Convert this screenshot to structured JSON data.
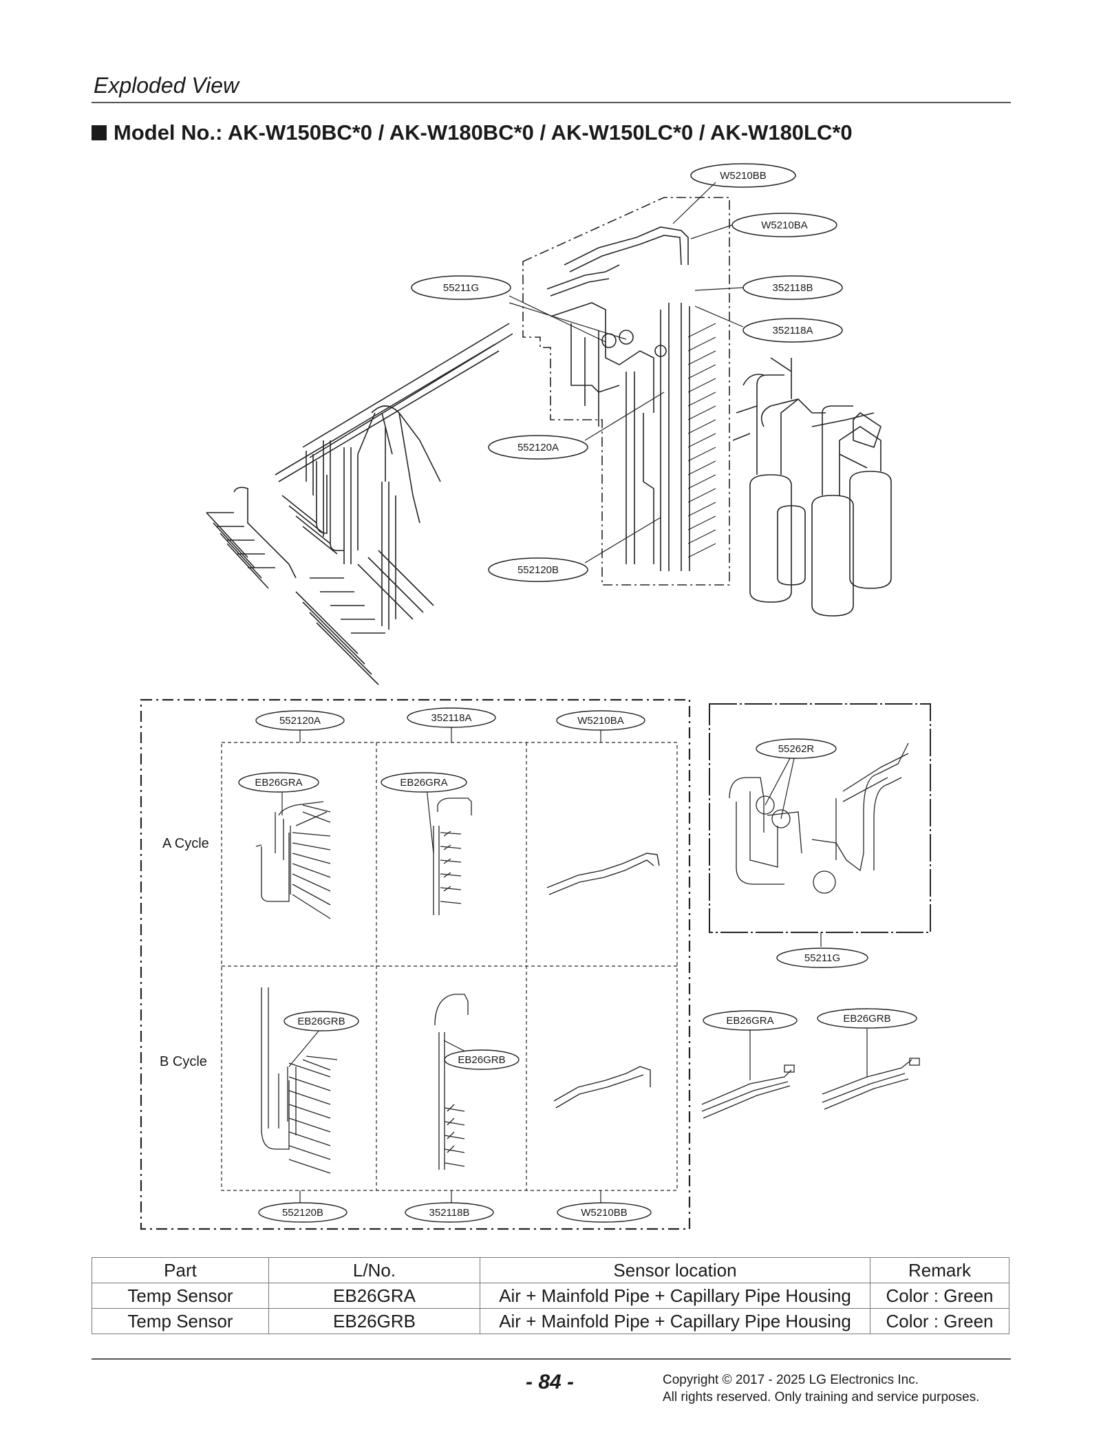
{
  "header": {
    "section": "Exploded View",
    "model": "Model No.: AK-W150BC*0 / AK-W180BC*0 / AK-W150LC*0 / AK-W180LC*0"
  },
  "callouts_top": [
    "W5210BB",
    "W5210BA",
    "55211G",
    "352118B",
    "352118A",
    "552120A",
    "552120B"
  ],
  "detail": {
    "top_labels": [
      "552120A",
      "352118A",
      "W5210BA"
    ],
    "bottom_labels": [
      "552120B",
      "352118B",
      "W5210BB"
    ],
    "sensor_a": [
      "EB26GRA",
      "EB26GRA"
    ],
    "sensor_b": [
      "EB26GRB",
      "EB26GRB"
    ],
    "row_a": "A Cycle",
    "row_b": "B Cycle",
    "box_top": "55262R",
    "box_bottom": "55211G",
    "sensors": [
      "EB26GRA",
      "EB26GRB"
    ]
  },
  "table": {
    "headers": [
      "Part",
      "L/No.",
      "Sensor location",
      "Remark"
    ],
    "rows": [
      [
        "Temp Sensor",
        "EB26GRA",
        "Air + Mainfold Pipe + Capillary Pipe Housing",
        "Color : Green"
      ],
      [
        "Temp Sensor",
        "EB26GRB",
        "Air + Mainfold Pipe + Capillary Pipe Housing",
        "Color : Green"
      ]
    ]
  },
  "footer": {
    "page": "- 84 -",
    "copyright1": "Copyright © 2017 - 2025 LG Electronics Inc.",
    "copyright2": "All rights reserved. Only training and service purposes."
  }
}
